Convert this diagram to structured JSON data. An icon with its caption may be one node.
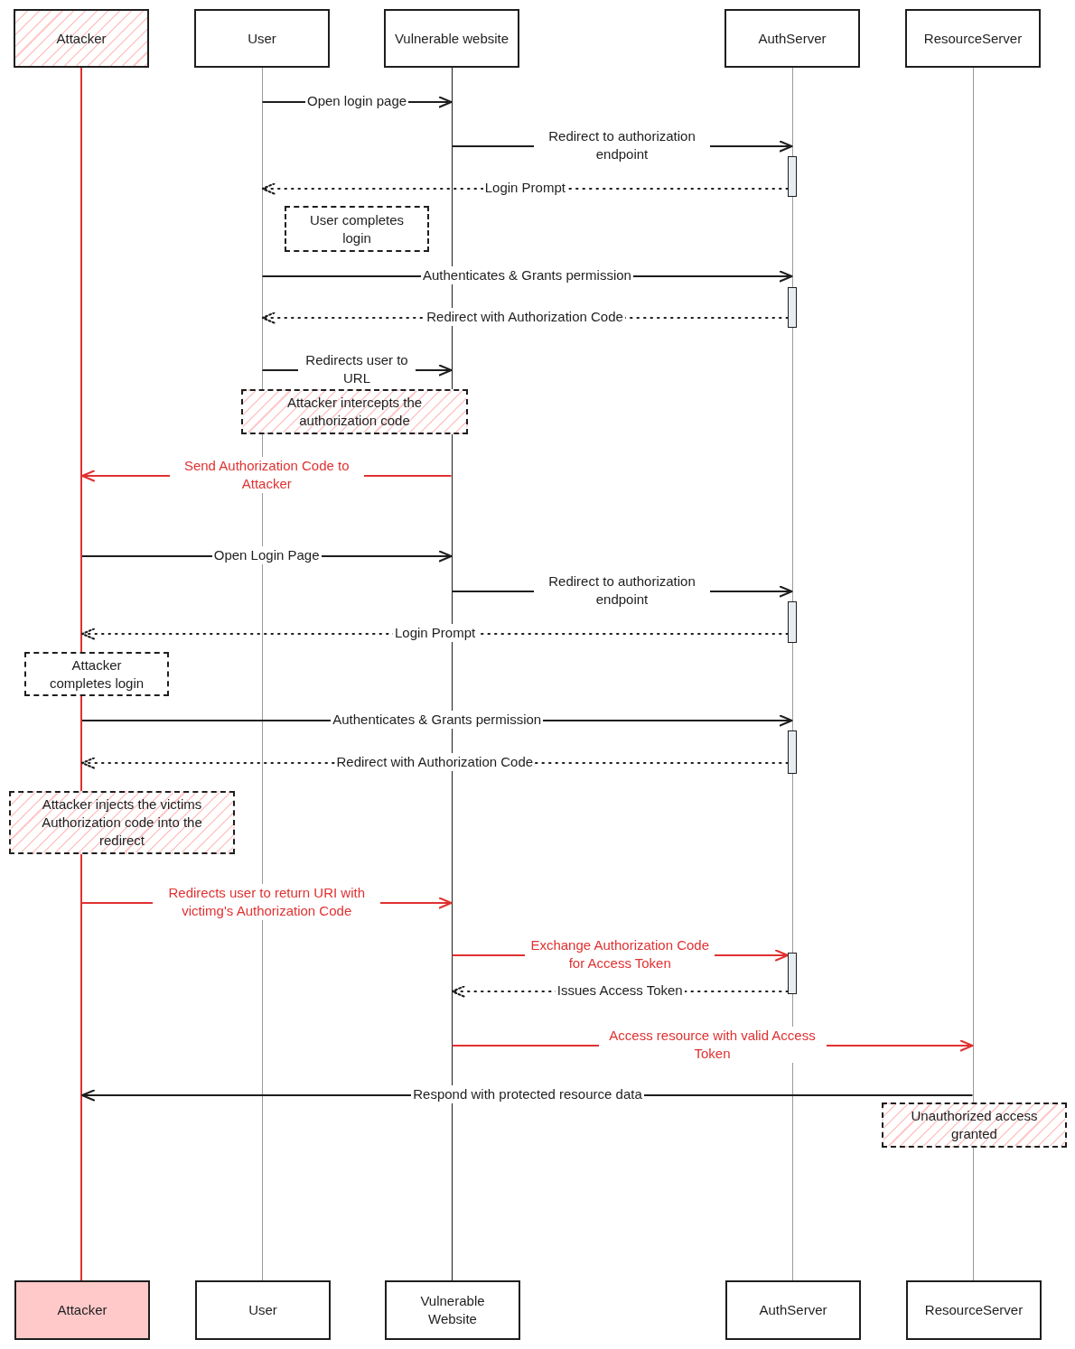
{
  "diagram": {
    "nodes": [
      {
        "text": [
          "Attacker"
        ]
      },
      {
        "text": [
          "User"
        ]
      },
      {
        "text": [
          "Vulnerable website"
        ]
      },
      {
        "text": [
          "AuthServer"
        ]
      },
      {
        "text": [
          "ResourceServer"
        ]
      },
      {
        "text": [],
        "shape": "line"
      },
      {
        "text": [],
        "shape": "line"
      },
      {
        "text": [],
        "shape": "line"
      },
      {
        "text": [],
        "shape": "line"
      },
      {
        "text": [],
        "shape": "line"
      },
      {
        "text": [],
        "shape": "bar"
      },
      {
        "text": [
          "User completes login"
        ]
      },
      {
        "text": [],
        "shape": "bar"
      },
      {
        "text": [
          "Attacker intercepts the authorization code"
        ]
      },
      {
        "text": [],
        "shape": "bar"
      },
      {
        "text": [
          "Attacker completes login"
        ]
      },
      {
        "text": [],
        "shape": "bar"
      },
      {
        "text": [
          "Attacker injects the victims Authorization code into the redirect"
        ]
      },
      {
        "text": [],
        "shape": "bar"
      },
      {
        "text": [
          "Unauthorized access granted"
        ]
      },
      {
        "text": [
          "Attacker"
        ]
      },
      {
        "text": [
          "User"
        ]
      },
      {
        "text": [
          "Vulnerable Website"
        ]
      },
      {
        "text": [
          "AuthServer"
        ]
      },
      {
        "text": [
          "ResourceServer"
        ]
      }
    ],
    "edges": [
      {
        "from": 6,
        "to": 7,
        "arrow": "to",
        "label": "Open login page"
      },
      {
        "from": 7,
        "to": 8,
        "arrow": "to",
        "label": "Redirect to authorization endpoint"
      },
      {
        "from": 10,
        "to": 6,
        "arrow": "to",
        "label": "Login Prompt",
        "style": "dashed"
      },
      {
        "from": 6,
        "to": 8,
        "arrow": "to",
        "label": "Authenticates & Grants permission"
      },
      {
        "from": 12,
        "to": 6,
        "arrow": "to",
        "label": "Redirect with Authorization Code",
        "style": "dashed"
      },
      {
        "from": 6,
        "to": 7,
        "arrow": "to",
        "label": "Redirects user to URL"
      },
      {
        "from": 7,
        "to": 5,
        "arrow": "to",
        "label": "Send Authorization Code to Attacker",
        "color": "#e03131"
      },
      {
        "from": 5,
        "to": 7,
        "arrow": "to",
        "label": "Open Login Page"
      },
      {
        "from": 7,
        "to": 8,
        "arrow": "to",
        "label": "Redirect to authorization endpoint"
      },
      {
        "from": 14,
        "to": 5,
        "arrow": "to",
        "label": "Login Prompt",
        "style": "dashed"
      },
      {
        "from": 5,
        "to": 8,
        "arrow": "to",
        "label": "Authenticates & Grants permission"
      },
      {
        "from": 16,
        "to": 5,
        "arrow": "to",
        "label": "Redirect with Authorization Code",
        "style": "dashed"
      },
      {
        "from": 5,
        "to": 7,
        "arrow": "to",
        "label": "Redirects user to return URI with victimg's Authorization Code",
        "color": "#e03131"
      },
      {
        "from": 7,
        "to": 18,
        "arrow": "to",
        "label": "Exchange Authorization Code for Access Token",
        "color": "#e03131"
      },
      {
        "from": 18,
        "to": 7,
        "arrow": "to",
        "label": "Issues Access Token",
        "style": "dashed"
      },
      {
        "from": 7,
        "to": 9,
        "arrow": "to",
        "label": "Access resource with valid Access Token",
        "color": "#e03131"
      },
      {
        "from": 9,
        "to": 5,
        "arrow": "to",
        "label": "Respond with protected resource data"
      }
    ]
  }
}
